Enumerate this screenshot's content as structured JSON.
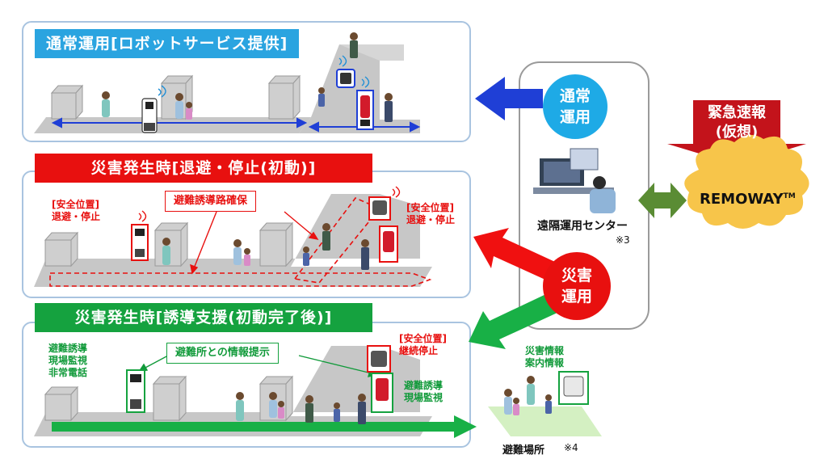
{
  "panels": {
    "normal": {
      "title": "通常運用[ロボットサービス提供]",
      "color": "#2aa4e0"
    },
    "evacuate": {
      "title": "災害発生時[退避・停止(初動)]",
      "color": "#e8100f",
      "safe_left_line1": "[安全位置]",
      "safe_left_line2": "退避・停止",
      "route_label": "避難誘導路確保",
      "safe_right_line1": "[安全位置]",
      "safe_right_line2": "退避・停止"
    },
    "guide": {
      "title": "災害発生時[誘導支援(初動完了後)]",
      "color": "#15a23f",
      "left_line1": "避難誘導",
      "left_line2": "現場監視",
      "left_line3": "非常電話",
      "info_label": "避難所との情報提示",
      "safe_line1": "[安全位置]",
      "safe_line2": "継続停止",
      "right_line1": "避難誘導",
      "right_line2": "現場監視"
    }
  },
  "center": {
    "normal_line1": "通常",
    "normal_line2": "運用",
    "disaster_line1": "災害",
    "disaster_line2": "運用",
    "label": "遠隔運用センター",
    "note": "※3"
  },
  "alert": {
    "line1": "緊急速報",
    "line2": "(仮想)",
    "cloud_text": "REMOWAY",
    "tm": "TM"
  },
  "shelter": {
    "info_line1": "災害情報",
    "info_line2": "案内情報",
    "label": "避難場所",
    "note": "※4"
  },
  "colors": {
    "blue_arrow": "#1f3fd6",
    "red_arrow": "#f01010",
    "green_arrow": "#18b046",
    "link_arrow": "#5a8c34",
    "cloud": "#f7c54a",
    "alert": "#c3131b"
  }
}
